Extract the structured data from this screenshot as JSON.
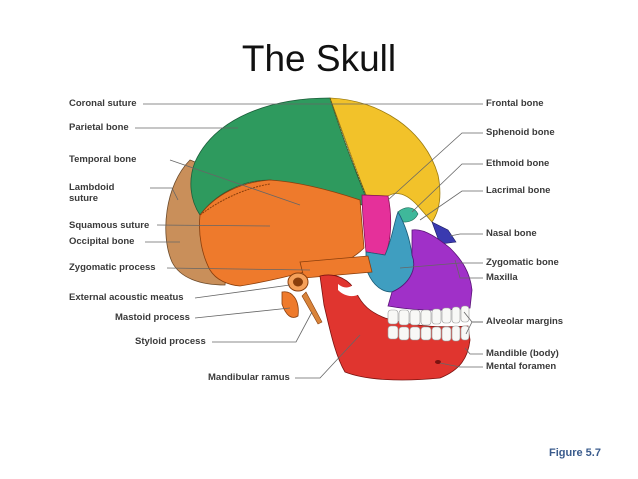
{
  "title": "The Skull",
  "figure": "Figure 5.7",
  "labels": {
    "coronal_suture": "Coronal suture",
    "parietal_bone": "Parietal bone",
    "temporal_bone": "Temporal bone",
    "lambdoid_suture_line1": "Lambdoid",
    "lambdoid_suture_line2": "suture",
    "squamous_suture": "Squamous suture",
    "occipital_bone": "Occipital bone",
    "zygomatic_process": "Zygomatic process",
    "external_acoustic_meatus": "External acoustic meatus",
    "mastoid_process": "Mastoid process",
    "styloid_process": "Styloid process",
    "mandibular_ramus": "Mandibular ramus",
    "frontal_bone": "Frontal bone",
    "sphenoid_bone": "Sphenoid bone",
    "ethmoid_bone": "Ethmoid bone",
    "lacrimal_bone": "Lacrimal bone",
    "nasal_bone": "Nasal bone",
    "zygomatic_bone": "Zygomatic bone",
    "maxilla": "Maxilla",
    "alveolar_margins": "Alveolar margins",
    "mandible_body": "Mandible (body)",
    "mental_foramen": "Mental foramen"
  },
  "colors": {
    "parietal": "#2e9a5e",
    "frontal": "#f2c22a",
    "temporal": "#ee7a2c",
    "occipital": "#c98f5a",
    "sphenoid": "#e5309a",
    "zygomatic": "#3f9ec0",
    "maxilla": "#a030c8",
    "mandible": "#e0352f",
    "nasal": "#3a3ab0",
    "teeth": "#f8f8f6"
  }
}
